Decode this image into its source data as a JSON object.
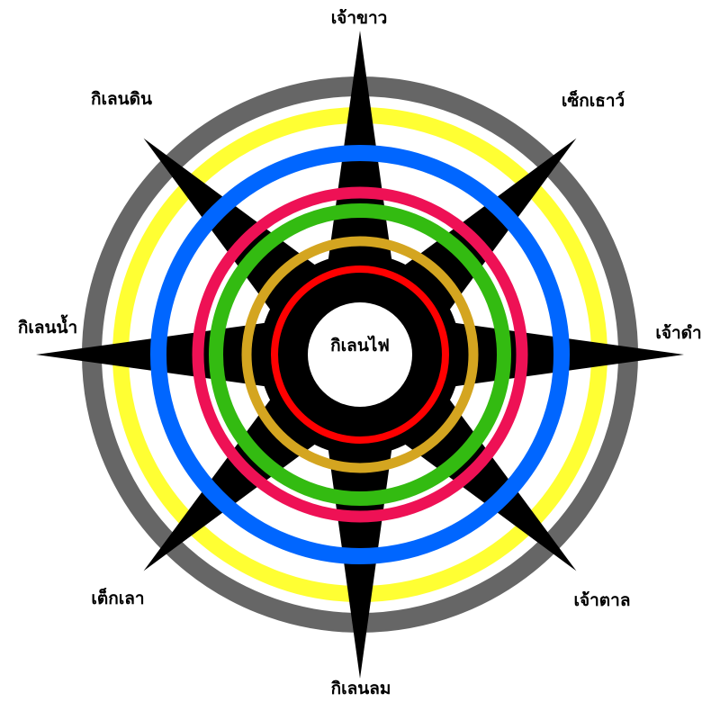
{
  "labels": {
    "north": "เจ้าขาว",
    "northeast": "เซ็กเธาว์",
    "east": "เจ้าดำ",
    "southeast": "เจ้าตาล",
    "south": "กิเลนลม",
    "southwest": "เต็กเลา",
    "west": "กิเลนน้ำ",
    "northwest": "กิเลนดิน",
    "center": "กิเลนไฟ"
  },
  "colors": {
    "outer_ring": "#666666",
    "yellow_ring": "#ffff33",
    "blue_ring": "#0066ff",
    "pink_ring": "#ee1155",
    "green_ring": "#33bb11",
    "gold_ring": "#d4a520",
    "red_ring": "#ff0000",
    "spikes": "#000000",
    "hub": "#000000",
    "center_disc": "#ffffff"
  }
}
